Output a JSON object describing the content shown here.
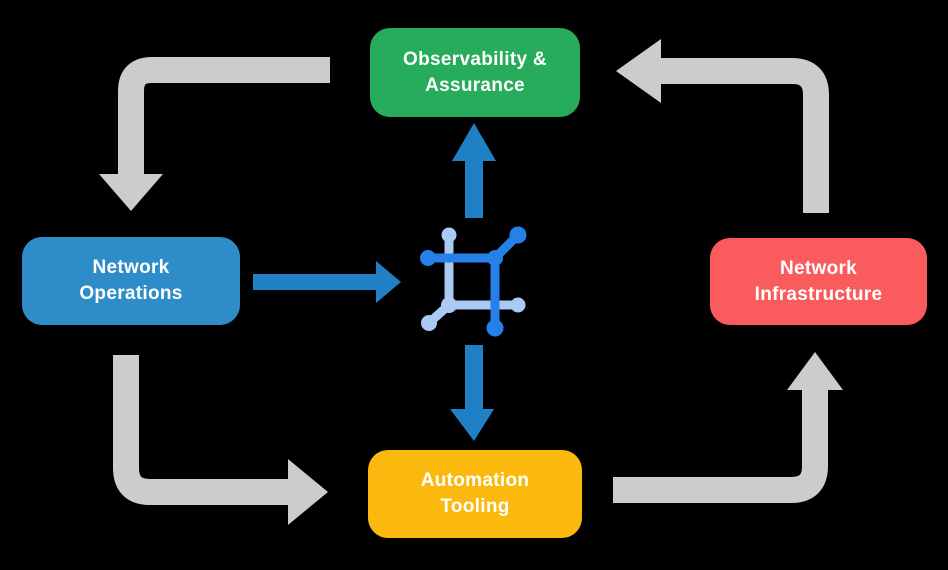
{
  "diagram": {
    "nodes": {
      "observability": {
        "line1": "Observability &",
        "line2": "Assurance",
        "color": "#26AC5B"
      },
      "operations": {
        "line1": "Network",
        "line2": "Operations",
        "color": "#2E8CC9"
      },
      "infrastructure": {
        "line1": "Network",
        "line2": "Infrastructure",
        "color": "#FA5C5E"
      },
      "automation": {
        "line1": "Automation",
        "line2": "Tooling",
        "color": "#FBB90E"
      }
    },
    "center_icon": "network-mesh-icon",
    "edges": [
      {
        "from": "observability",
        "to": "operations",
        "style": "gray-elbow"
      },
      {
        "from": "operations",
        "to": "automation",
        "style": "gray-elbow"
      },
      {
        "from": "automation",
        "to": "infrastructure",
        "style": "gray-elbow"
      },
      {
        "from": "infrastructure",
        "to": "observability",
        "style": "gray-elbow"
      },
      {
        "from": "operations",
        "to": "center-icon",
        "style": "blue-straight"
      },
      {
        "from": "center-icon",
        "to": "observability",
        "style": "blue-straight"
      },
      {
        "from": "center-icon",
        "to": "automation",
        "style": "blue-straight"
      }
    ],
    "colors": {
      "background": "#000000",
      "arrow_gray": "#CCCCCC",
      "arrow_blue": "#1F80C5",
      "icon_dark": "#2581E9",
      "icon_light": "#A9CAF4",
      "text": "#FFFFFF"
    }
  }
}
